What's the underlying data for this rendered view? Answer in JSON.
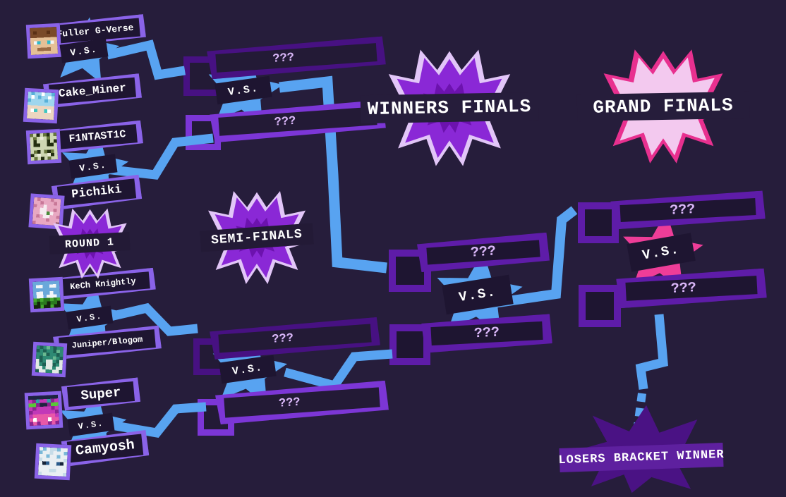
{
  "labels": {
    "vs": "V.S.",
    "unknown": "???"
  },
  "badges": {
    "round1": {
      "label": "ROUND 1"
    },
    "semifinals": {
      "label": "SEMI-FINALS"
    },
    "winners_finals": {
      "label": "WINNERS FINALS"
    },
    "grand_finals": {
      "label": "GRAND FINALS"
    },
    "losers_bracket": {
      "label": "LOSERS BRACKET WINNER"
    }
  },
  "round1_matches": [
    {
      "player1": "Fuller G-Verse",
      "player2": "Cake_Miner"
    },
    {
      "player1": "F1NTAST1C",
      "player2": "Pichiki"
    },
    {
      "player1": "KeCh Knightly",
      "player2": "Juniper/Blogom"
    },
    {
      "player1": "Super",
      "player2": "Camyosh"
    }
  ],
  "semifinal_matches": [
    {
      "player1": "???",
      "player2": "???"
    },
    {
      "player1": "???",
      "player2": "???"
    }
  ],
  "winners_final": {
    "player1": "???",
    "player2": "???"
  },
  "grand_final": {
    "player1": "???",
    "player2": "???"
  },
  "colors": {
    "background": "#261d3b",
    "band_dark": "#231a36",
    "plate_violet": "#8a63e8",
    "plate_dark_purple": "#471182",
    "plate_bright_purple": "#7c36d6",
    "plate_finals_purple": "#5e1ca8",
    "plate_inner": "#1e1531",
    "connector_blue": "#58a3f1",
    "star_blue": "#58a3f1",
    "star_pink": "#ee3d98",
    "badge_purple": "#8a28d6",
    "badge_purple_core": "#6c12ae",
    "badge_lavender": "#e2c6f8",
    "badge_pink_outline": "#e8308f",
    "badge_pink_fill": "#f3c9ef",
    "losers_star": "#4a1284",
    "losers_band": "#5e209f",
    "unknown_text": "#d9b6f8",
    "text_white": "#ffffff"
  },
  "avatars": {
    "fuller": {
      "palette": {
        "h": "#7a4a28",
        "H": "#5a3015",
        "f": "#e6c096",
        "w": "#f5f5f5",
        "t": "#2fb9c9",
        "m": "#9a6a44"
      },
      "rows": [
        "hhhhhhhh",
        "hHhhhHhh",
        "hhhhhhhh",
        "ffffffff",
        "fwtfftwf",
        "ffffffff",
        "ffmmmmff",
        "ffffffff"
      ]
    },
    "cake": {
      "palette": {
        "c": "#9ed6ee",
        "C": "#ffffff",
        "d": "#58b0d8",
        "f": "#ecd6c0",
        "w": "#ffffff",
        "t": "#3ec6c0"
      },
      "rows": [
        "cdccCccd",
        "cCcdccCc",
        "dccccdcc",
        "cccccccc",
        "ffffffff",
        "fwtfftwf",
        "ffffffff",
        "ffffffff"
      ]
    },
    "f1n": {
      "palette": {
        "g": "#cdd6b2",
        "G": "#66753c",
        "k": "#222d10",
        "w": "#e9ead8"
      },
      "rows": [
        "GgkgGkgG",
        "gGgwgGgg",
        "gkgggkgk",
        "gkkggkkg",
        "gggggggg",
        "gGkgGkGg",
        "kgwggwkg",
        "gGgkgGgg"
      ]
    },
    "pichiki": {
      "palette": {
        "p": "#e8a8c2",
        "P": "#c87898",
        "w": "#f6ecf0",
        "g": "#4a8a3a",
        "d": "#9a6070"
      },
      "rows": [
        "pPpppPpp",
        "ppPpppPp",
        "Pppwpppp",
        "ppwwppPp",
        "ppwwgwpp",
        "pPpwwppP",
        "ppppPppp",
        "Pppppppd"
      ]
    },
    "kech": {
      "palette": {
        "b": "#6aa8da",
        "w": "#f2f5f8",
        "g": "#44aa30",
        "G": "#2a7a1e",
        "k": "#15240f"
      },
      "rows": [
        "bbbbbbbb",
        "bwwbbwwb",
        "bbbbbbbb",
        "bwwbbwbb",
        "bwwbwwwb",
        "gGgGGgGg",
        "GkGGkGGk",
        "kkgkkgkk"
      ]
    },
    "juniper": {
      "palette": {
        "t": "#2e8a74",
        "T": "#1d5f52",
        "w": "#e2eae4",
        "g": "#68b890"
      },
      "rows": [
        "tTtgtTtt",
        "TtTttTgt",
        "ttgTttTt",
        "tTtttgtT",
        "wTtwwtTw",
        "wtTwwTtw",
        "wwtwwtww",
        "TwwttwwT"
      ]
    },
    "super": {
      "palette": {
        "n": "#1d2440",
        "m": "#c238b8",
        "M": "#8a2490",
        "g": "#58c838",
        "p": "#e858a8",
        "w": "#ffffff",
        "t": "#30a0a8"
      },
      "rows": [
        "nnnnnnnn",
        "mMtmmtMm",
        "ggMnnMgg",
        "mMmmmmMm",
        "MmmmmmmM",
        "mppppppm",
        "pwpppwpp",
        "MpMppMpM"
      ]
    },
    "camyosh": {
      "palette": {
        "w": "#e9eff3",
        "b": "#7ab8d8",
        "B": "#2a5a8a",
        "k": "#152238",
        "c": "#c6dce8"
      },
      "rows": [
        "wbwccbww",
        "bwwcwwwb",
        "wwbwwbww",
        "cwwwwwwc",
        "wkBwwBkw",
        "wwwwwwww",
        "wwwccwww",
        "cwwwwwwc"
      ]
    }
  }
}
